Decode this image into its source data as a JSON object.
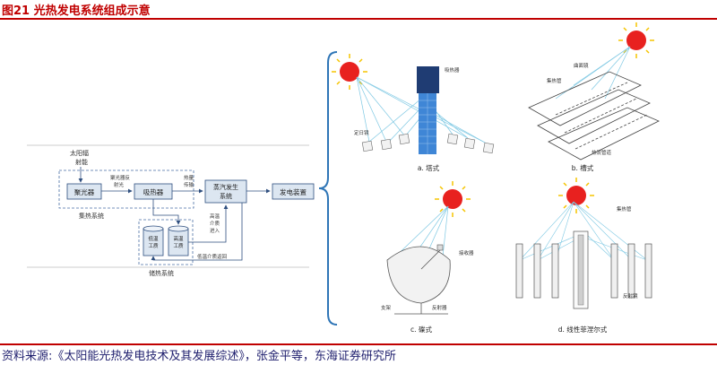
{
  "header": {
    "title": "图21  光热发电系统组成示意"
  },
  "footer": {
    "source": "资料来源:《太阳能光热发电技术及其发展综述》，张金平等，东海证券研究所"
  },
  "left_diagram": {
    "input_label": [
      "太阳辐",
      "射能"
    ],
    "concentrator": "聚光器",
    "receiver": "吸热器",
    "steam_generator": [
      "蒸汽发生",
      "系统"
    ],
    "power_unit": "发电装置",
    "flow_concentrated": [
      "聚光器反",
      "射光"
    ],
    "flow_heat": [
      "热量",
      "传输"
    ],
    "collector_system": "集热系统",
    "storage_system": "储热系统",
    "low_temp_tank": [
      "低温",
      "工质"
    ],
    "high_temp_tank": [
      "高温",
      "工质"
    ],
    "high_temp_in": [
      "高温",
      "介质",
      "进入"
    ],
    "low_temp_return": "低温介质返回"
  },
  "panels": {
    "tower": {
      "caption": "a. 塔式",
      "receiver": "吸热器",
      "heliostat": "定日镜"
    },
    "trough": {
      "caption": "b. 槽式",
      "reflector": "曲面镜",
      "tube": "集热管",
      "heat_pipe": "热流管道"
    },
    "dish": {
      "caption": "c. 碟式",
      "receiver": "接收器",
      "support": "支架",
      "mirror": "反射器"
    },
    "fresnel": {
      "caption": "d. 线性菲涅尔式",
      "tube": "集热管",
      "mirror": "反射镜"
    }
  },
  "colors": {
    "accent": "#c00000",
    "box_fill": "#dce6f1",
    "box_stroke": "#2f4f7f",
    "sun": "#e8211f",
    "ray": "#7ec8e3",
    "brace": "#2e75b6"
  }
}
